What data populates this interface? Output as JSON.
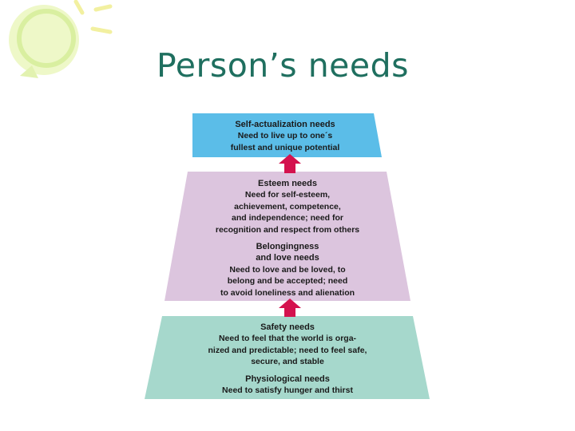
{
  "title": "Person’s needs",
  "colors": {
    "title": "#1f6f5f",
    "self_actualization": "#5bbde8",
    "esteem_love": "#dcc5de",
    "safety_physiological": "#a6d8cc",
    "arrow": "#d4124e"
  },
  "tiers": [
    {
      "heading": "Self-actualization needs",
      "body": "Need to live up to one´s\nfullest and unique potential"
    },
    {
      "heading": "Esteem needs",
      "body": "Need for self-esteem,\nachievement, competence,\nand independence; need for\nrecognition and respect from others"
    },
    {
      "heading": "Belongingness\nand love needs",
      "body": "Need to love and be loved, to\nbelong and be accepted; need\nto avoid loneliness and alienation"
    },
    {
      "heading": "Safety needs",
      "body": "Need to feel that the world is orga-\nnized and predictable; need to feel safe,\nsecure, and stable"
    },
    {
      "heading": "Physiological needs",
      "body": "Need to satisfy hunger and thirst"
    }
  ]
}
